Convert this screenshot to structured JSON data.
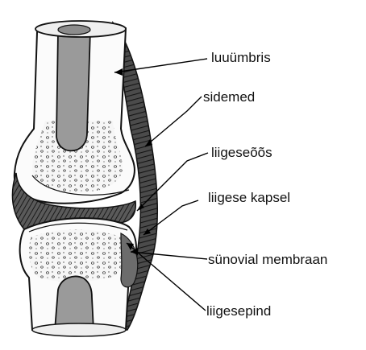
{
  "diagram": {
    "labels": {
      "periosteum": "luuümbris",
      "ligaments": "sidemed",
      "joint_cavity": "liigeseõõs",
      "joint_capsule": "liigese kapsel",
      "synovial_membrane": "sünovial membraan",
      "articular_surface": "liigesepind"
    }
  }
}
